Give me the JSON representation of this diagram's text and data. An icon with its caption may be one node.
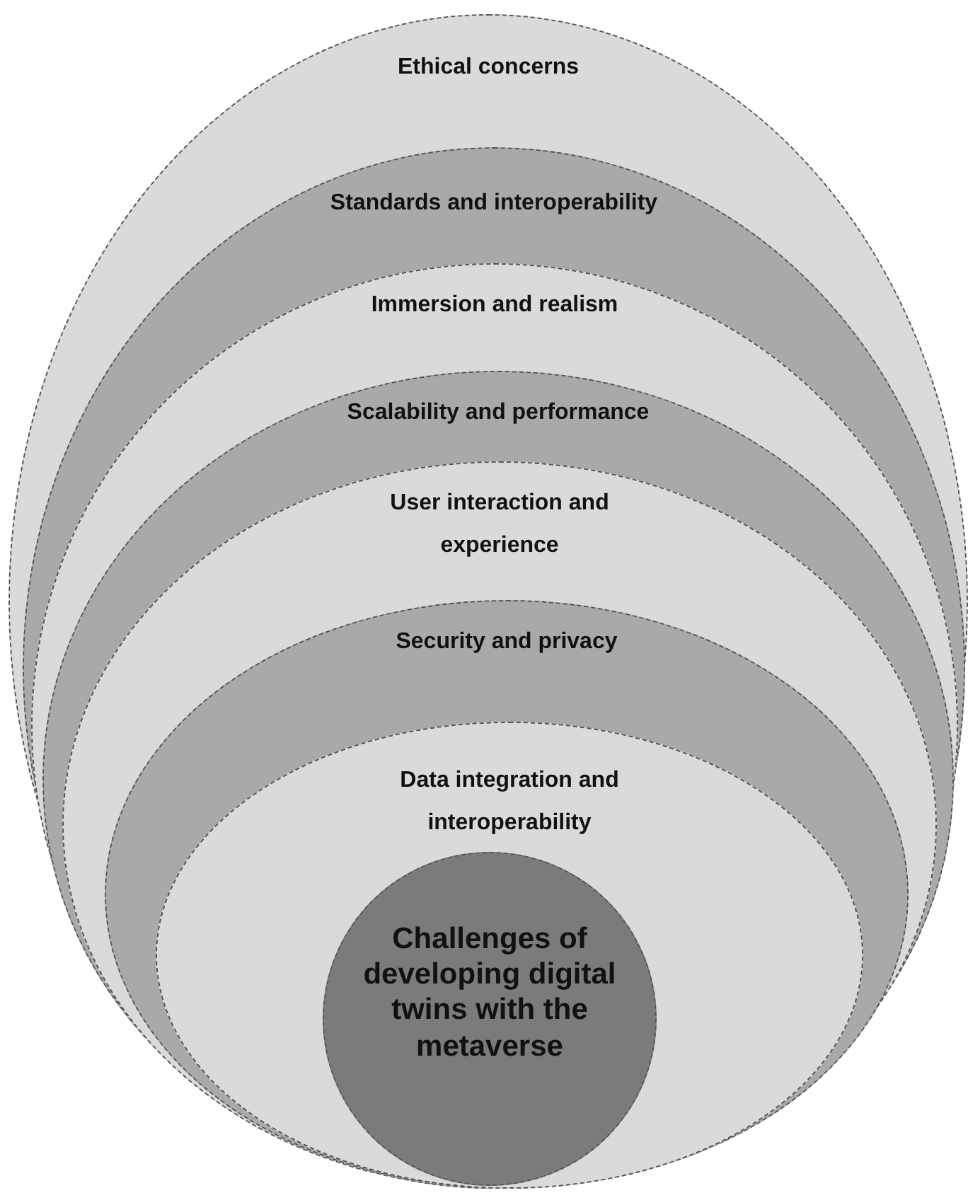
{
  "diagram": {
    "nodes": [
      {
        "text": [
          "Ethical concerns"
        ]
      },
      {
        "text": [
          "Standards and interoperability"
        ],
        "in": 0
      },
      {
        "text": [
          "Immersion and realism"
        ],
        "in": 1
      },
      {
        "text": [
          "Scalability and performance"
        ],
        "in": 2
      },
      {
        "text": [
          "User interaction and experience"
        ],
        "in": 3
      },
      {
        "text": [
          "Security and privacy"
        ],
        "in": 4
      },
      {
        "text": [
          "Data integration and interoperability"
        ],
        "in": 5
      },
      {
        "text": [
          "Challenges of developing digital twins with the metaverse"
        ],
        "in": 6
      }
    ]
  }
}
